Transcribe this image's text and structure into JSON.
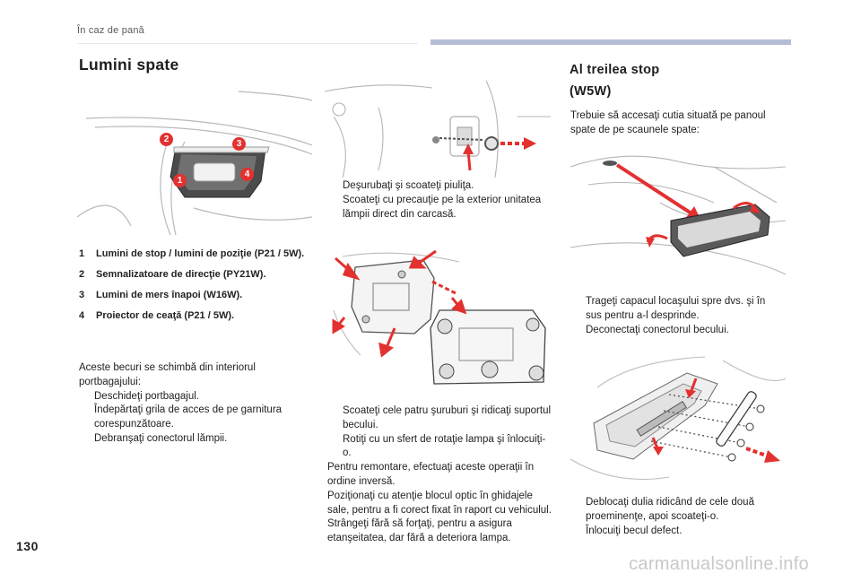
{
  "header": {
    "section": "În caz de pană"
  },
  "page_number": "130",
  "watermark": "carmanualsonline.info",
  "left": {
    "title": "Lumini spate",
    "callouts": [
      "1",
      "2",
      "3",
      "4"
    ],
    "items": [
      {
        "num": "1",
        "text": "Lumini de stop / lumini de poziţie (P21 / 5W)."
      },
      {
        "num": "2",
        "text": "Semnalizatoare de direcţie (PY21W)."
      },
      {
        "num": "3",
        "text": "Lumini de mers înapoi (W16W)."
      },
      {
        "num": "4",
        "text": "Proiector de ceaţă (P21 / 5W)."
      }
    ],
    "intro": "Aceste becuri se schimbă din interiorul portbagajului:",
    "steps": [
      "Deschideţi portbagajul.",
      "Îndepărtaţi grila de acces de pe garnitura corespunzătoare.",
      "Debranşaţi conectorul lămpii."
    ]
  },
  "middle": {
    "steps_top": [
      "Deşurubaţi şi scoateţi piuliţa.",
      "Scoateţi cu precauţie pe la exterior unitatea lămpii direct din carcasă."
    ],
    "steps_bottom": [
      "Scoateţi cele patru şuruburi şi ridicaţi suportul becului.",
      "Rotiţi cu un sfert de rotaţie lampa şi înlocuiţi-o."
    ],
    "notes": [
      "Pentru remontare, efectuaţi aceste operaţii în ordine inversă.",
      "Poziţionaţi cu atenţie blocul optic în ghidajele sale, pentru a fi corect fixat în raport cu vehiculul.",
      "Strângeţi fără să forţaţi, pentru a asigura etanşeitatea, dar fără a deteriora lampa."
    ]
  },
  "right": {
    "title_line1": "Al treilea stop",
    "title_line2": "(W5W)",
    "intro": "Trebuie să accesaţi cutia situată pe panoul spate de pe scaunele spate:",
    "steps_mid": [
      "Trageţi capacul locaşului spre dvs. şi în sus pentru a-l desprinde.",
      "Deconectaţi conectorul becului."
    ],
    "steps_bottom": [
      "Deblocaţi dulia ridicând de cele două proeminenţe, apoi scoateţi-o.",
      "Înlocuiţi becul defect."
    ]
  },
  "bullet_symbol": "",
  "colors": {
    "accent_red": "#e2312f",
    "header_bar": "#b4bdd6"
  }
}
